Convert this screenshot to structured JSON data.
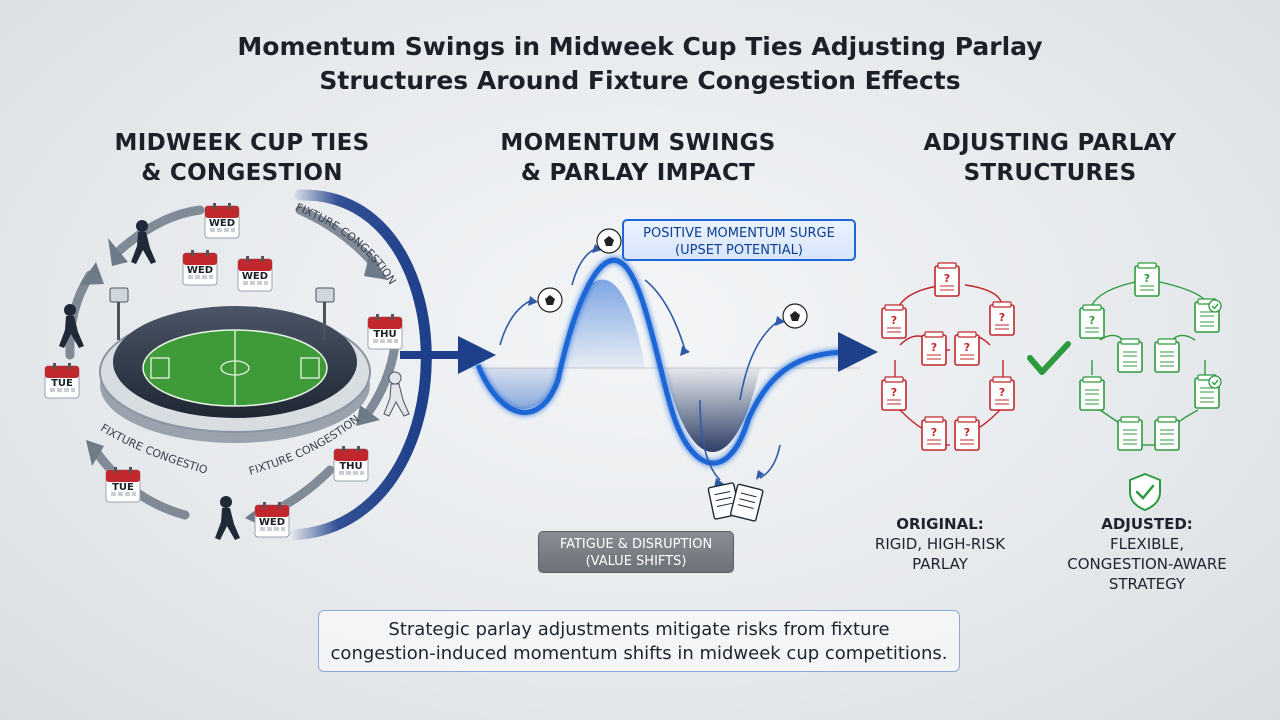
{
  "title": {
    "line1": "Momentum Swings in Midweek Cup Ties Adjusting Parlay",
    "line2": "Structures Around Fixture Congestion Effects"
  },
  "sections": {
    "left": {
      "line1": "MIDWEEK CUP TIES",
      "line2": "& CONGESTION"
    },
    "middle": {
      "line1": "MOMENTUM SWINGS",
      "line2": "& PARLAY IMPACT"
    },
    "right": {
      "line1": "ADJUSTING PARLAY",
      "line2": "STRUCTURES"
    }
  },
  "cycle": {
    "arc_label": "FIXTURE CONGESTION",
    "calendars": [
      "WED",
      "WED",
      "WED",
      "THU",
      "TUE",
      "THU",
      "TUE",
      "WED"
    ]
  },
  "momentum": {
    "positive": {
      "line1": "POSITIVE MOMENTUM SURGE",
      "line2": "(UPSET POTENTIAL)"
    },
    "negative": {
      "line1": "FATIGUE & DISRUPTION",
      "line2": "(VALUE SHIFTS)"
    }
  },
  "parlay": {
    "original": {
      "head": "ORIGINAL:",
      "line1": "RIGID, HIGH-RISK",
      "line2": "PARLAY"
    },
    "adjusted": {
      "head": "ADJUSTED:",
      "line1": "FLEXIBLE,",
      "line2": "CONGESTION-AWARE",
      "line3": "STRATEGY"
    },
    "ticket_mark": "?"
  },
  "footer": {
    "line1": "Strategic parlay adjustments mitigate risks from fixture",
    "line2": "congestion-induced momentum shifts in midweek cup competitions."
  },
  "colors": {
    "navy": "#1e3f8a",
    "wave_blue": "#1f66d6",
    "risk_red": "#c0282d",
    "safe_green": "#2e9a3e",
    "pitch_green": "#3f9b3a"
  },
  "icons": [
    "calendar-icon",
    "stadium-icon",
    "player-icon",
    "football-icon",
    "parlay-ticket-icon",
    "checkmark-icon",
    "shield-check-icon",
    "arrow-icon"
  ]
}
